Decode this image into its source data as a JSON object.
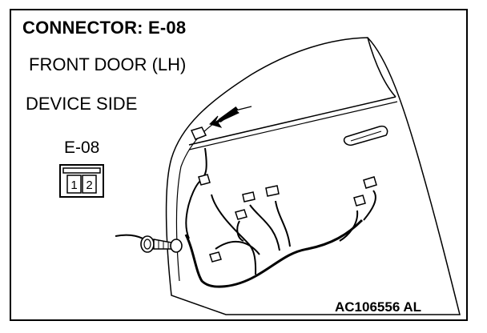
{
  "diagram": {
    "title": "CONNECTOR: E-08",
    "subtitle_location": "FRONT DOOR (LH)",
    "subtitle_side": "DEVICE SIDE",
    "connector": {
      "label": "E-08",
      "pins": [
        "1",
        "2"
      ]
    },
    "figure_code": "AC106556 AL"
  }
}
